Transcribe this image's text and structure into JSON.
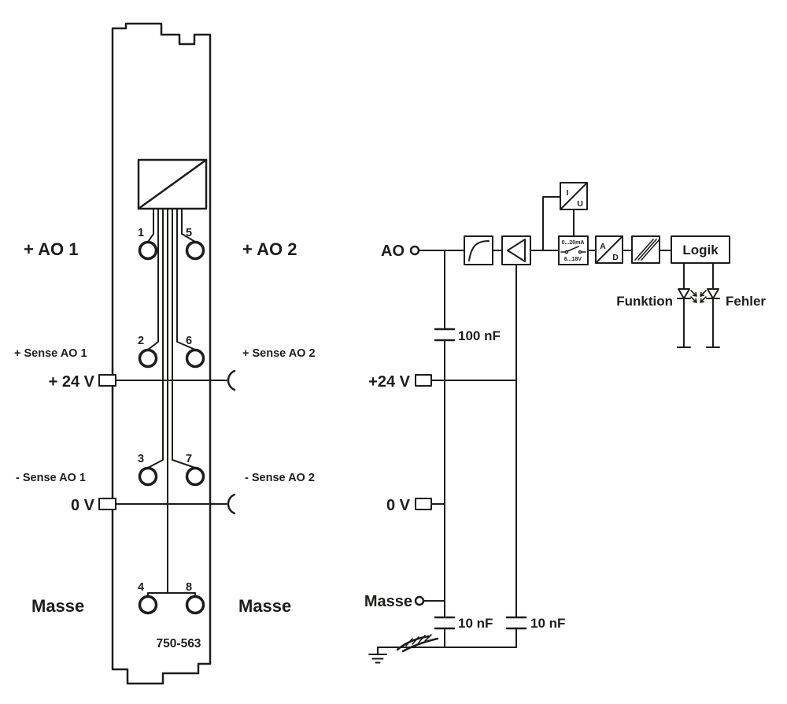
{
  "title": "Analog output module wiring diagram",
  "colors": {
    "ink": "#1d1d1b",
    "background": "#ffffff"
  },
  "module": {
    "part_number": "750-563",
    "terminal_numbers": [
      "1",
      "2",
      "3",
      "4",
      "5",
      "6",
      "7",
      "8"
    ],
    "labels": {
      "ao1": "+ AO 1",
      "ao2": "+ AO 2",
      "sense_ao1_plus": "+ Sense AO 1",
      "sense_ao2_plus": "+ Sense AO 2",
      "supply_24v": "+ 24 V",
      "sense_ao1_minus": "- Sense AO 1",
      "sense_ao2_minus": "- Sense AO 2",
      "supply_0v": "0 V",
      "masse_left": "Masse",
      "masse_right": "Masse"
    }
  },
  "schematic": {
    "ao_label": "AO",
    "iu_converter": {
      "top": "I",
      "bottom": "U"
    },
    "range_switch": {
      "top": "0...20mA",
      "bottom": "6...18V"
    },
    "ad_converter": {
      "top": "A",
      "bottom": "D"
    },
    "logik_label": "Logik",
    "led_funktion": "Funktion",
    "led_fehler": "Fehler",
    "cap_ao": "100 nF",
    "cap_gnd_1": "10 nF",
    "cap_gnd_2": "10 nF",
    "supply_24v": "+24 V",
    "supply_0v": "0 V",
    "masse": "Masse"
  }
}
